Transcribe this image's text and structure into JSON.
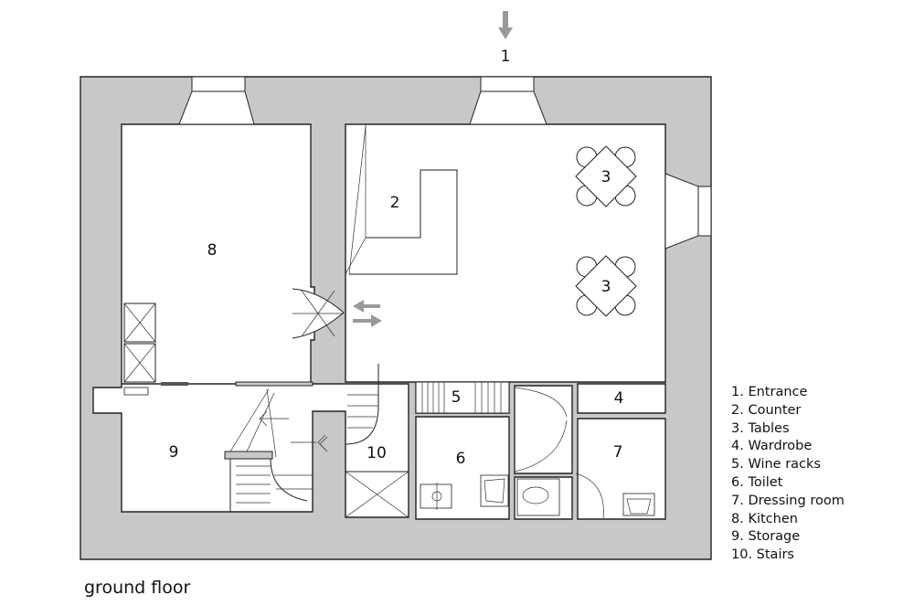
{
  "rooms": {
    "r1": "1",
    "r2": "2",
    "r3a": "3",
    "r3b": "3",
    "r4": "4",
    "r5": "5",
    "r6": "6",
    "r7": "7",
    "r8": "8",
    "r9": "9",
    "r10": "10"
  },
  "legend": [
    "1. Entrance",
    "2. Counter",
    "3. Tables",
    "4. Wardrobe",
    "5. Wine racks",
    "6. Toilet",
    "7. Dressing room",
    "8. Kitchen",
    "9. Storage",
    "10. Stairs"
  ],
  "caption": "ground floor",
  "colors": {
    "wall_fill": "#c8c8c8",
    "line": "#222222",
    "arrow": "#9a9a9a"
  }
}
